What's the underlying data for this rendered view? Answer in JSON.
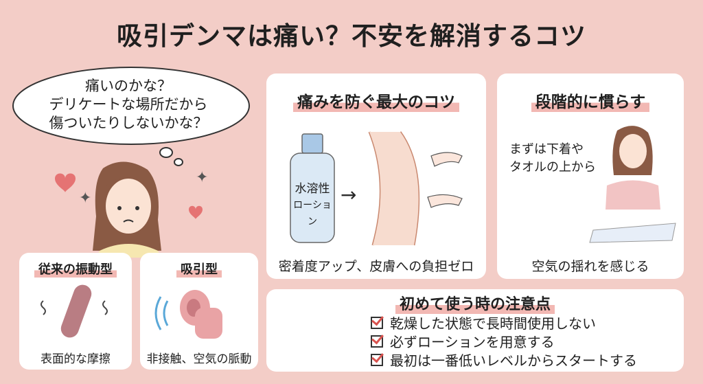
{
  "title": "吸引デンマは痛い？不安を解消するコツ",
  "bubble": {
    "line1": "痛いのかな？",
    "line2": "デリケートな場所だから",
    "line3": "傷ついたりしないかな？"
  },
  "vibration": {
    "title": "従来の振動型",
    "caption": "表面的な摩擦"
  },
  "suction": {
    "title": "吸引型",
    "caption": "非接触、空気の脈動"
  },
  "pain_tip": {
    "title": "痛みを防ぐ最大のコツ",
    "bottle_line1": "水溶性",
    "bottle_line2": "ローション",
    "arrow": "→",
    "caption": "密着度アップ、皮膚への負担ゼロ"
  },
  "step": {
    "title": "段階的に慣らす",
    "side_line1": "まずは下着や",
    "side_line2": "タオルの上から",
    "caption": "空気の揺れを感じる"
  },
  "notes": {
    "title": "初めて使う時の注意点",
    "items": [
      "乾燥した状態で長時間使用しない",
      "必ずローションを用意する",
      "最初は一番低いレベルからスタートする"
    ]
  },
  "colors": {
    "background": "#f3cdc7",
    "card": "#ffffff",
    "highlight": "#f2b8b3",
    "check": "#d9534f"
  }
}
